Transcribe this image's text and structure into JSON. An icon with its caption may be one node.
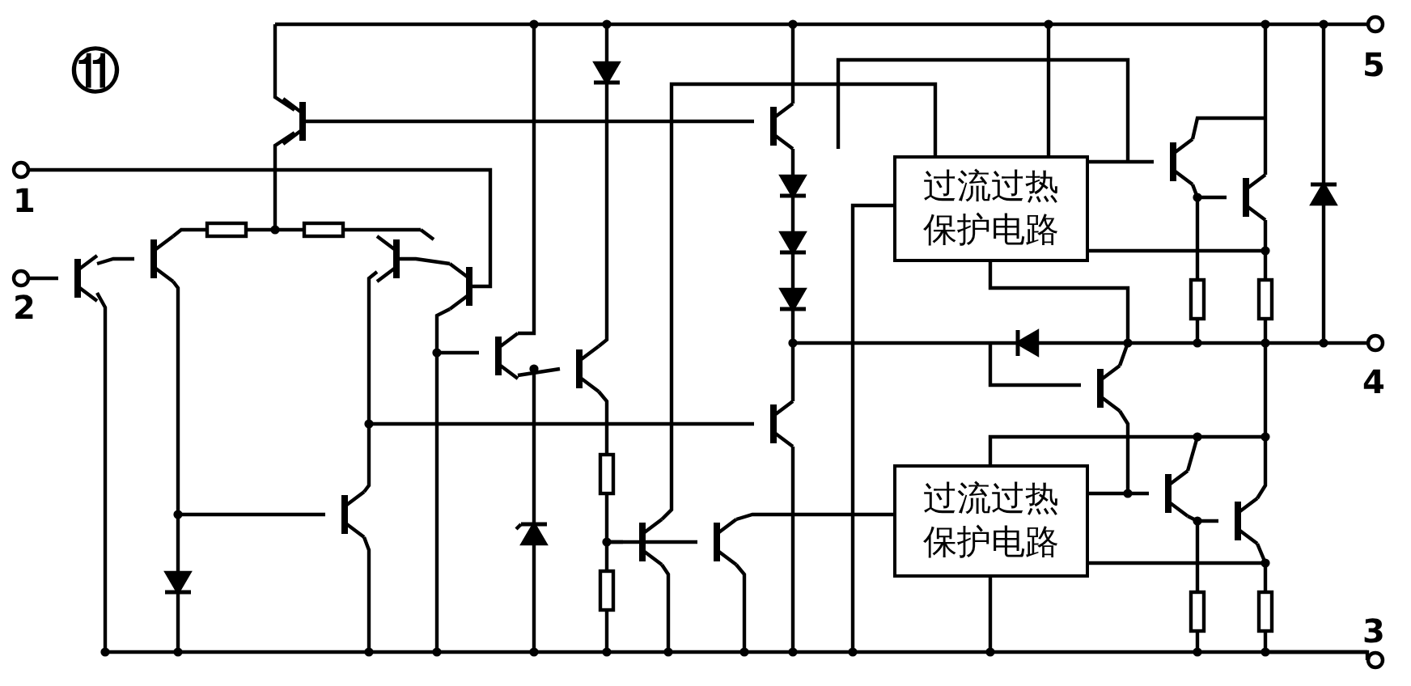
{
  "diagram": {
    "nodes": [
      {
        "text": [
          "过流过热保护电路"
        ]
      },
      {
        "text": [
          "过流过热保护电路"
        ]
      }
    ],
    "labels": [
      "⑪",
      "5",
      "1",
      "2",
      "4",
      "3"
    ]
  }
}
